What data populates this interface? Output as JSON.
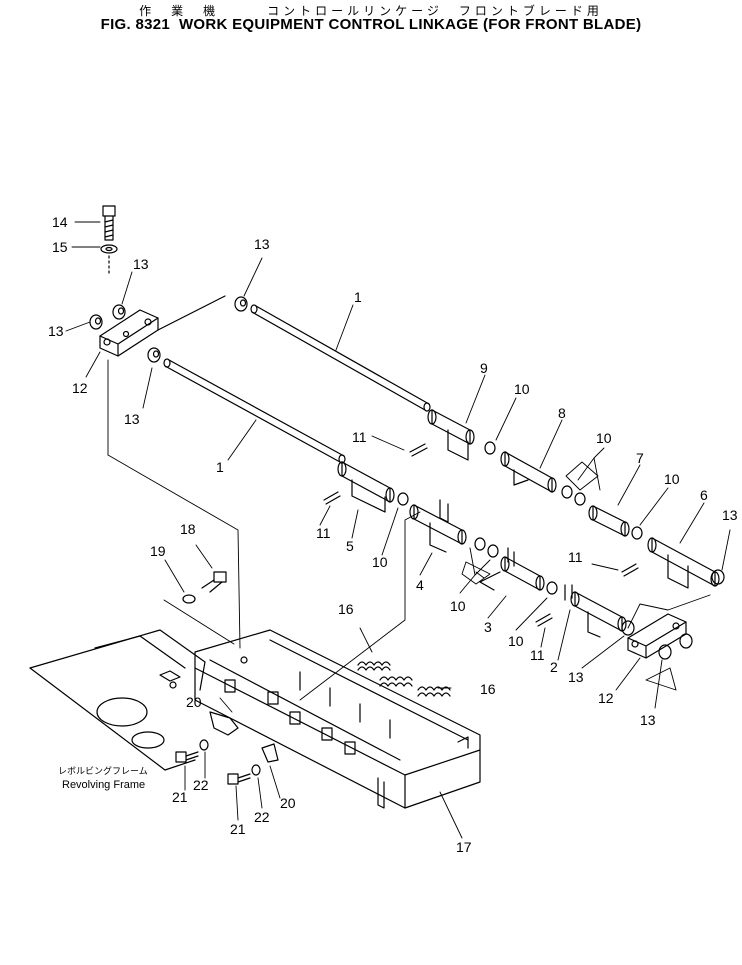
{
  "title": {
    "japanese": "作　業　機　　　コントロールリンケージ　フロントブレード用",
    "english": "FIG. 8321  WORK EQUIPMENT CONTROL LINKAGE (FOR FRONT BLADE)"
  },
  "frame_label": {
    "japanese": "レボルビングフレーム",
    "english": "Revolving Frame"
  },
  "callouts": {
    "c14": "14",
    "c15": "15",
    "c13a": "13",
    "c13b": "13",
    "c13c": "13",
    "c13d": "13",
    "c13e": "13",
    "c13f": "13",
    "c13g": "13",
    "c12a": "12",
    "c12b": "12",
    "c1a": "1",
    "c1b": "1",
    "c9": "9",
    "c8": "8",
    "c7": "7",
    "c6": "6",
    "c5": "5",
    "c4": "4",
    "c3": "3",
    "c2": "2",
    "c10a": "10",
    "c10b": "10",
    "c10c": "10",
    "c10d": "10",
    "c10e": "10",
    "c10f": "10",
    "c11a": "11",
    "c11b": "11",
    "c11c": "11",
    "c11d": "11",
    "c18": "18",
    "c19": "19",
    "c16a": "16",
    "c16b": "16",
    "c17": "17",
    "c20a": "20",
    "c20b": "20",
    "c21a": "21",
    "c21b": "21",
    "c22a": "22",
    "c22b": "22"
  }
}
